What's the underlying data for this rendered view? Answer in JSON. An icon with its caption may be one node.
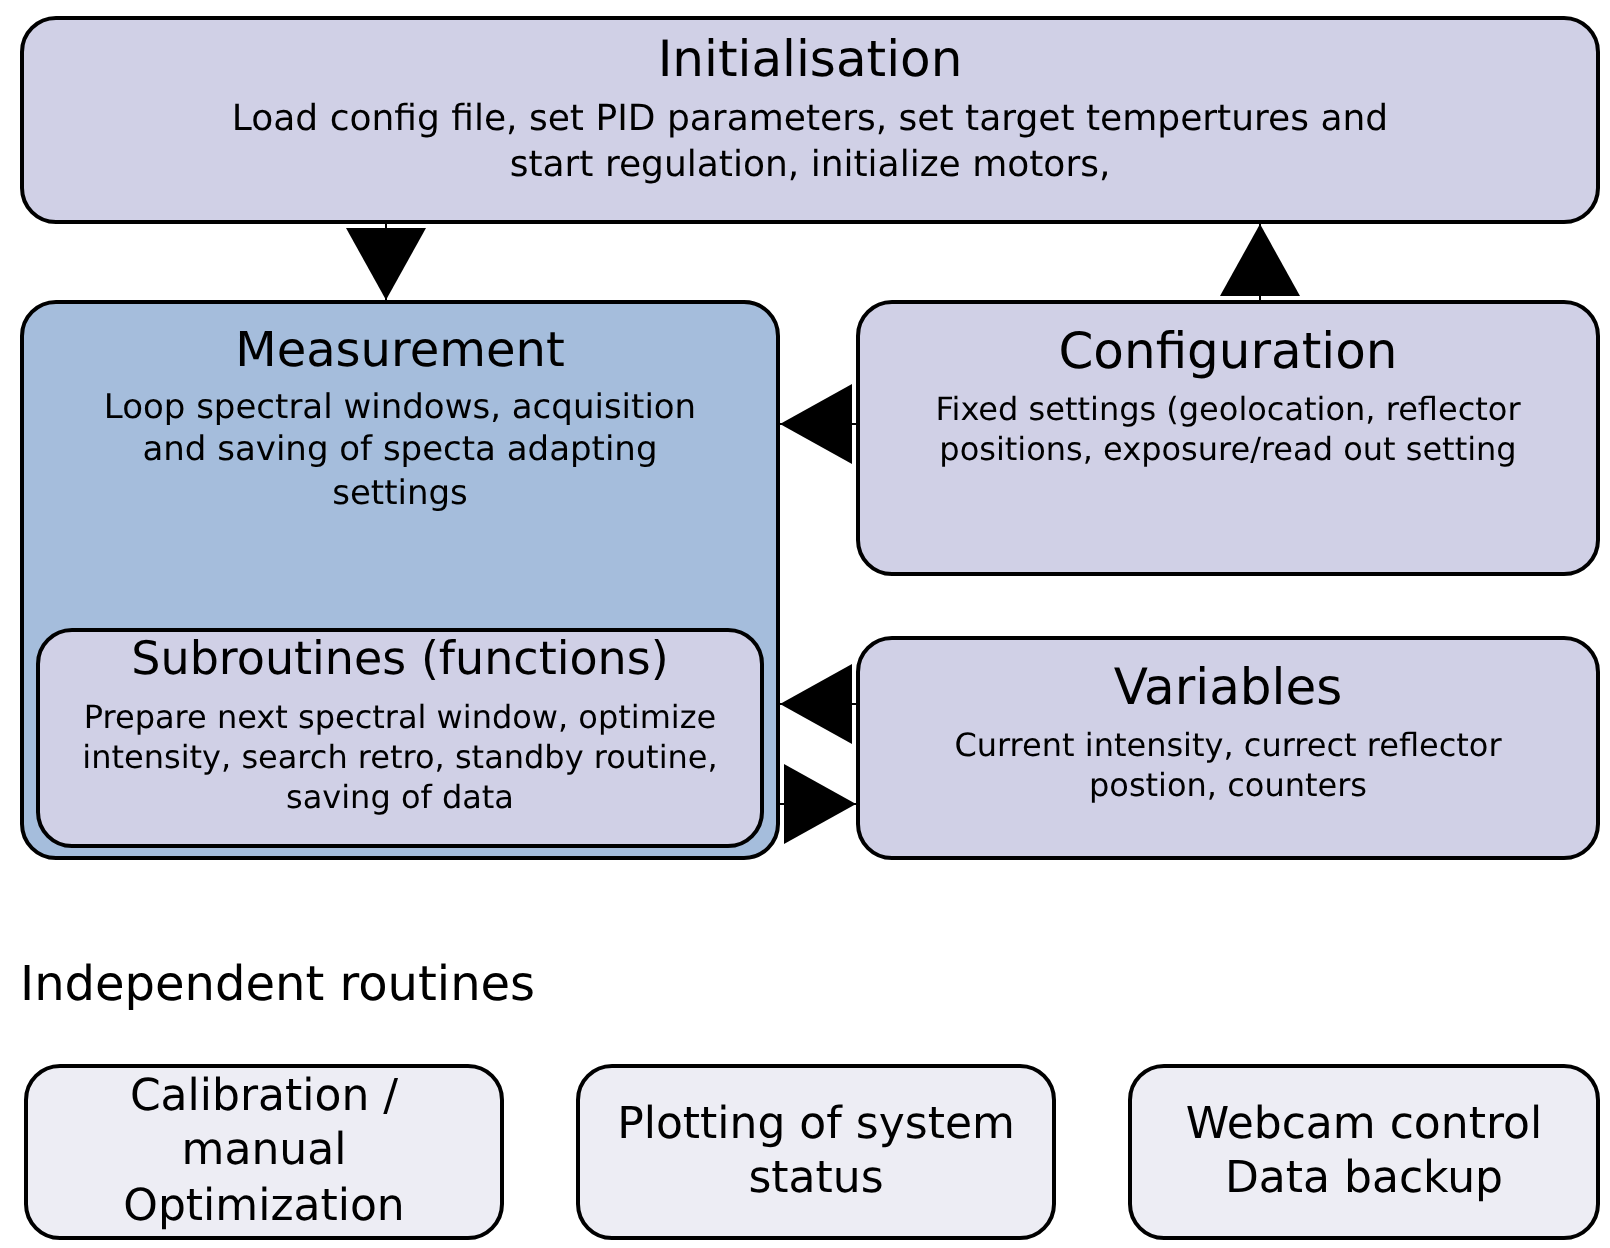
{
  "diagram": {
    "nodes": [
      {
        "text": [
          "Initialisation",
          "Load config file, set PID parameters, set target tempertures and start regulation, initialize motors,"
        ]
      },
      {
        "text": [
          "Measurement",
          "Loop spectral windows, acquisition and saving of specta adapting settings"
        ]
      },
      {
        "text": [
          "Subroutines (functions)",
          "Prepare next spectral window, optimize intensity, search retro, standby routine, saving of data"
        ],
        "in": 1
      },
      {
        "text": [
          "Configuration",
          "Fixed settings (geolocation, reflector positions, exposure/read out setting"
        ]
      },
      {
        "text": [
          "Variables",
          "Current intensity, currect reflector postion, counters"
        ]
      },
      {
        "text": [
          "Calibration / manual Optimization"
        ]
      },
      {
        "text": [
          "Plotting of system status"
        ]
      },
      {
        "text": [
          "Webcam control Data backup"
        ]
      }
    ],
    "edges": [
      {
        "from": 0,
        "to": 1,
        "arrow": "to"
      },
      {
        "from": 3,
        "to": 0,
        "arrow": "to"
      },
      {
        "from": 3,
        "to": 1,
        "arrow": "to"
      },
      {
        "from": 4,
        "to": 1,
        "arrow": "to"
      },
      {
        "from": 1,
        "to": 4,
        "arrow": "to"
      }
    ],
    "labels": [
      "Independent routines"
    ]
  }
}
